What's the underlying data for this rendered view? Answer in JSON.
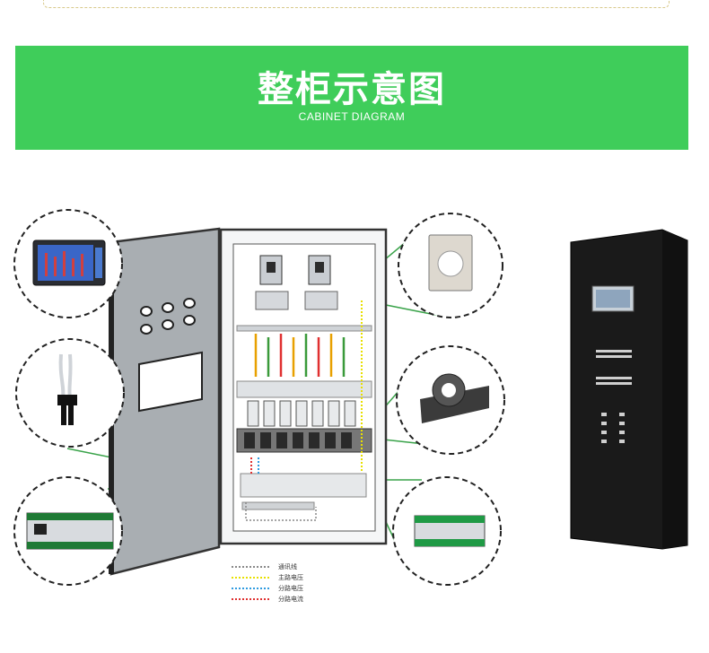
{
  "banner": {
    "title": "整柜示意图",
    "subtitle": "CABINET DIAGRAM",
    "color": "#3fcd5a"
  },
  "legend": [
    {
      "label": "通讯线",
      "color": "#888888"
    },
    {
      "label": "主路电压",
      "color": "#e8e000"
    },
    {
      "label": "分路电压",
      "color": "#2f9be0"
    },
    {
      "label": "分路电流",
      "color": "#e03030"
    }
  ],
  "callouts": {
    "left": [
      "display-screen-icon",
      "sensor-cable-icon",
      "acquisition-module-icon"
    ],
    "right": [
      "current-transformer-icon",
      "open-type-ct-icon",
      "io-module-icon"
    ]
  },
  "colors": {
    "line": "#3aa34a",
    "cabinet_door": "#a9aeb2",
    "photo_cabinet": "#1a1a1a"
  }
}
